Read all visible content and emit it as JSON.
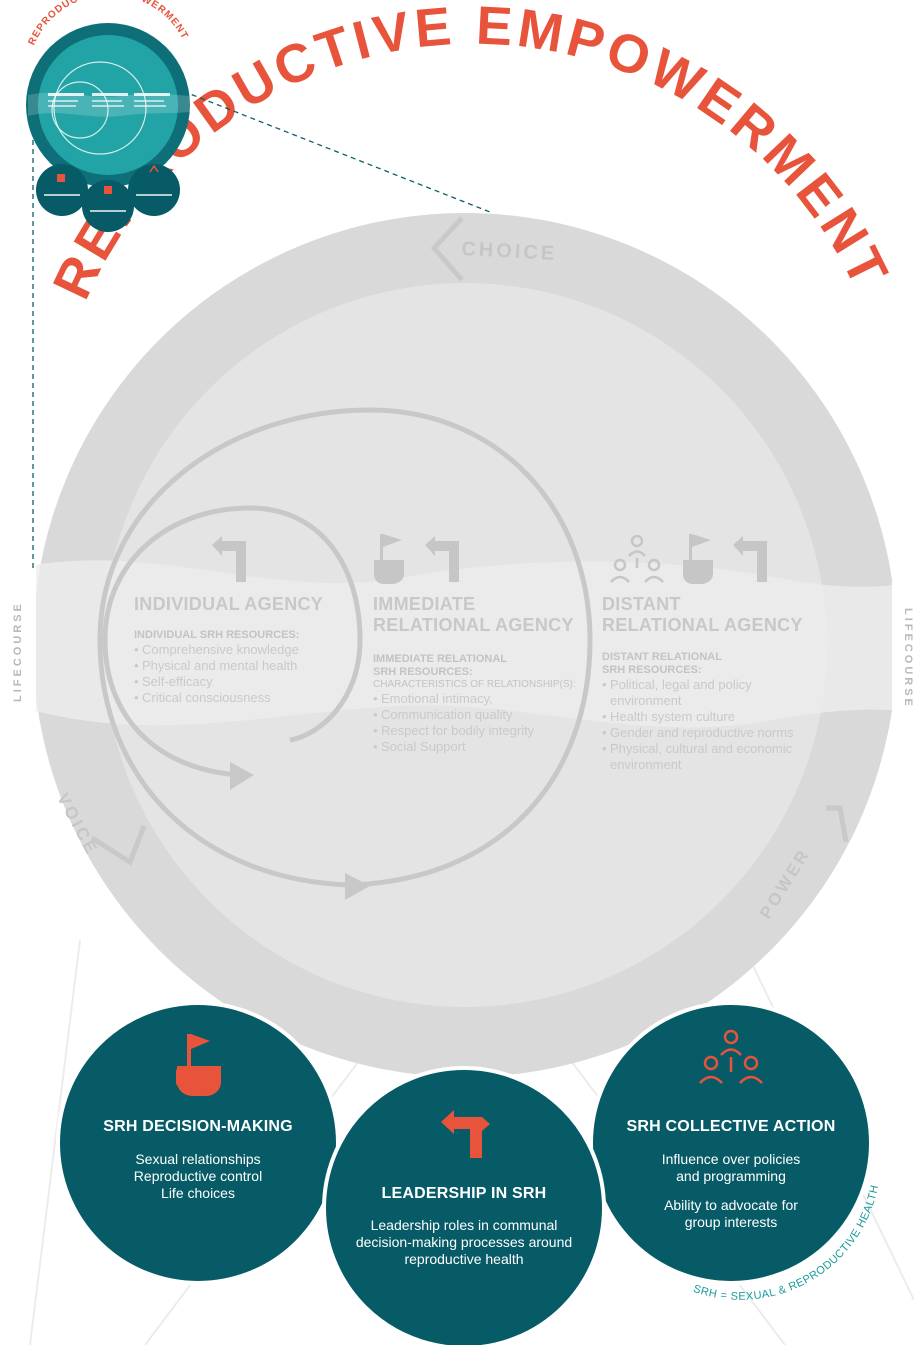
{
  "title": "REPRODUCTIVE EMPOWERMENT",
  "thumbnail_title": "REPRODUCTIVE EMPOWERMENT",
  "ring_labels": {
    "choice": "CHOICE",
    "voice": "VOICE",
    "power": "POWER"
  },
  "lifecourse_label": "LIFECOURSE",
  "agencies": [
    {
      "title_lines": [
        "INDIVIDUAL AGENCY"
      ],
      "resource_lines": [
        "INDIVIDUAL SRH RESOURCES:"
      ],
      "subheading": "",
      "items": [
        "Comprehensive knowledge",
        "Physical and mental health",
        "Self-efficacy",
        "Critical consciousness"
      ]
    },
    {
      "title_lines": [
        "IMMEDIATE",
        "RELATIONAL AGENCY"
      ],
      "resource_lines": [
        "IMMEDIATE RELATIONAL",
        "SRH RESOURCES:"
      ],
      "subheading": "CHARACTERISTICS OF RELATIONSHIP(S):",
      "items": [
        "Emotional intimacy,",
        "Communication quality",
        "Respect for bodily integrity",
        "Social Support"
      ]
    },
    {
      "title_lines": [
        "DISTANT",
        "RELATIONAL AGENCY"
      ],
      "resource_lines": [
        "DISTANT RELATIONAL",
        "SRH RESOURCES:"
      ],
      "subheading": "",
      "items": [
        "Political, legal and policy environment",
        "Health system culture",
        "Gender and reproductive norms",
        "Physical, cultural and economic environment"
      ]
    }
  ],
  "outcomes": [
    {
      "title": "SRH DECISION-MAKING",
      "lines": [
        "Sexual relationships",
        "Reproductive control",
        "Life choices"
      ],
      "icon": "raised-flag-hand-icon"
    },
    {
      "title": "LEADERSHIP IN SRH",
      "lines": [
        "Leadership roles in communal",
        "decision-making processes around",
        "reproductive health"
      ],
      "icon": "turn-arrow-icon"
    },
    {
      "title": "SRH COLLECTIVE ACTION",
      "lines": [
        "Influence over policies",
        "and programming",
        "",
        "Ability to advocate for",
        "group interests"
      ],
      "icon": "group-people-icon"
    }
  ],
  "footnote": "SRH = SEXUAL & REPRODUCTIVE HEALTH",
  "colors": {
    "accent": "#e8533b",
    "teal": "#075b66",
    "thumb_teal": "#1a9a9a",
    "ring": "#dadada",
    "inner": "#e6e6e6",
    "line": "#c4c4c4"
  }
}
